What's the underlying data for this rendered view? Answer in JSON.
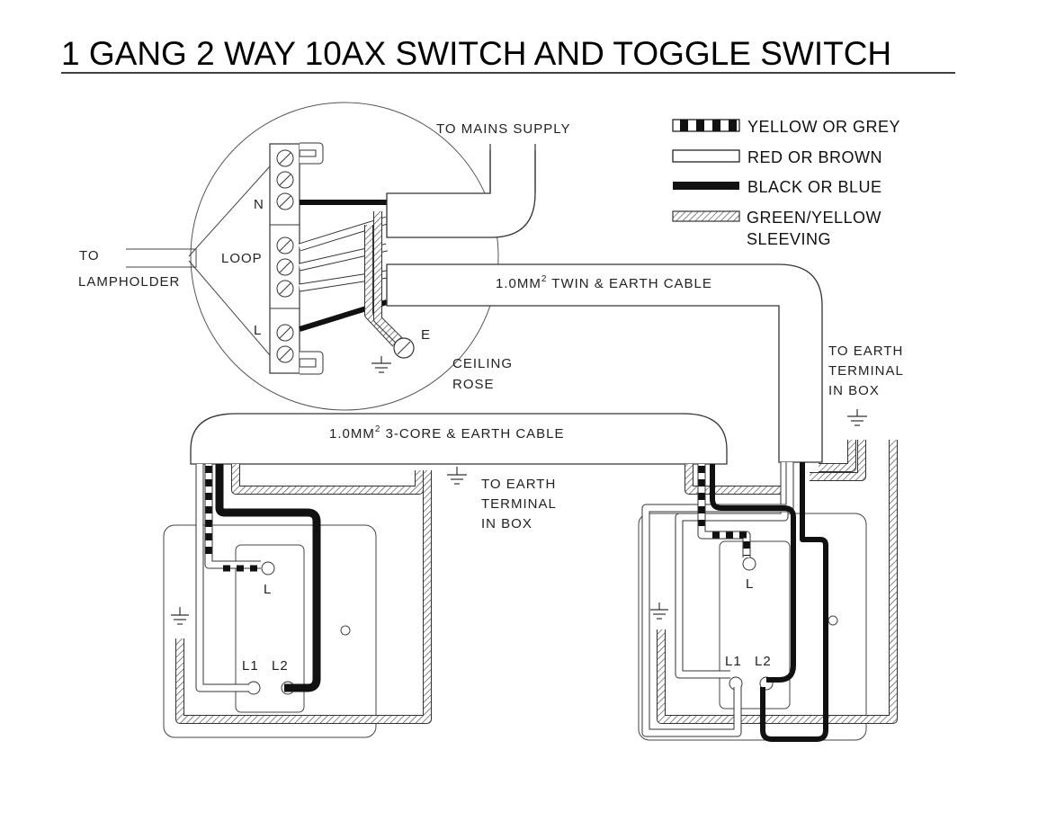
{
  "title": "1 GANG 2 WAY 10AX SWITCH  AND TOGGLE SWITCH",
  "legend": {
    "yellow_grey": "YELLOW OR GREY",
    "red_brown": "RED OR BROWN",
    "black_blue": "BLACK OR BLUE",
    "green_yellow_1": "GREEN/YELLOW",
    "green_yellow_2": "SLEEVING"
  },
  "labels": {
    "mains": "TO MAINS SUPPLY",
    "to": "TO",
    "lampholder": "LAMPHOLDER",
    "loop": "LOOP",
    "n": "N",
    "l": "L",
    "e": "E",
    "ceiling": "CEILING",
    "rose": "ROSE",
    "twin_cable_a": "1.0MM",
    "twin_cable_sup": "2",
    "twin_cable_b": " TWIN & EARTH CABLE",
    "core_cable_a": "1.0MM",
    "core_cable_sup": "2",
    "core_cable_b": " 3-CORE & EARTH CABLE",
    "earth_right_1": "TO EARTH",
    "earth_right_2": "TERMINAL",
    "earth_right_3": "IN BOX",
    "earth_mid_1": "TO EARTH",
    "earth_mid_2": "TERMINAL",
    "earth_mid_3": "IN BOX",
    "sw1_l": "L",
    "sw1_l1": "L1",
    "sw1_l2": "L2",
    "sw2_l": "L",
    "sw2_l1": "L1",
    "sw2_l2": "L2"
  }
}
